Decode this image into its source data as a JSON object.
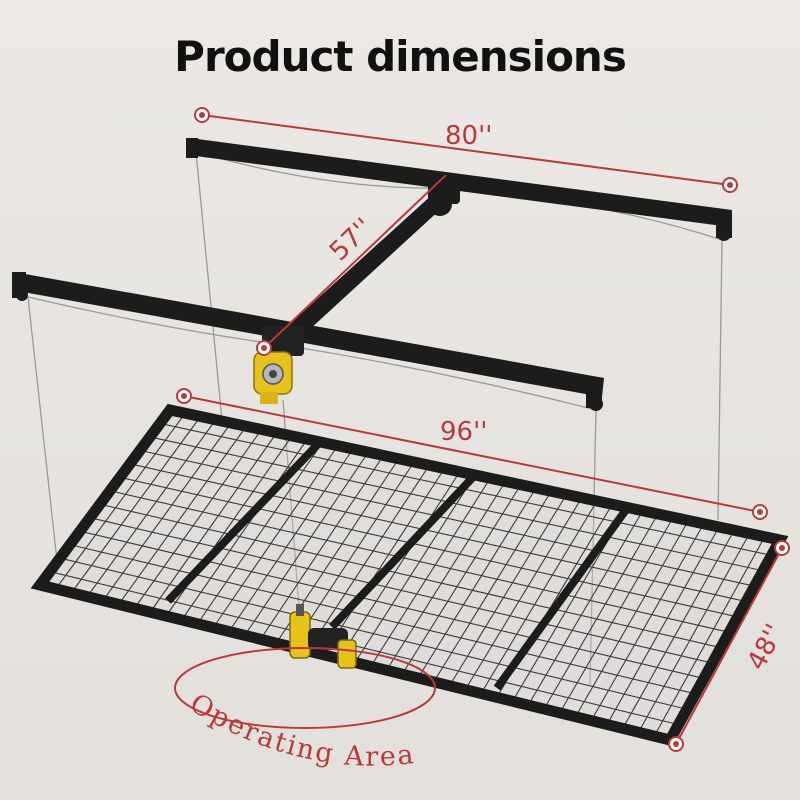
{
  "title": "Product dimensions",
  "dimensions": {
    "top_beam": "80''",
    "center_beam": "57''",
    "rack_length": "96''",
    "rack_width": "48''"
  },
  "operating_area": "Operating Area",
  "colors": {
    "dimension": "#b83a3a",
    "frame": "#1c1c1c",
    "grid": "#3a3a3a",
    "drill": "#e8c21c",
    "hoist": "#e8c21c",
    "background": "#e9e6e2"
  },
  "icons": {
    "hoist": "hoist-winch-icon",
    "drill": "power-drill-icon"
  }
}
